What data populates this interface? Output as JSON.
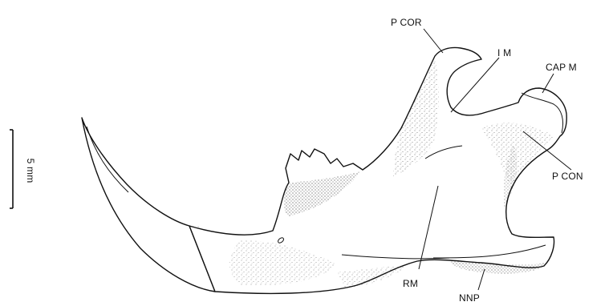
{
  "labels": {
    "p_cor": "P COR",
    "i_m": "I M",
    "cap_m": "CAP M",
    "p_con": "P CON",
    "rm": "RM",
    "nnp": "NNP"
  },
  "scale_bar": {
    "label": "5 mm"
  }
}
